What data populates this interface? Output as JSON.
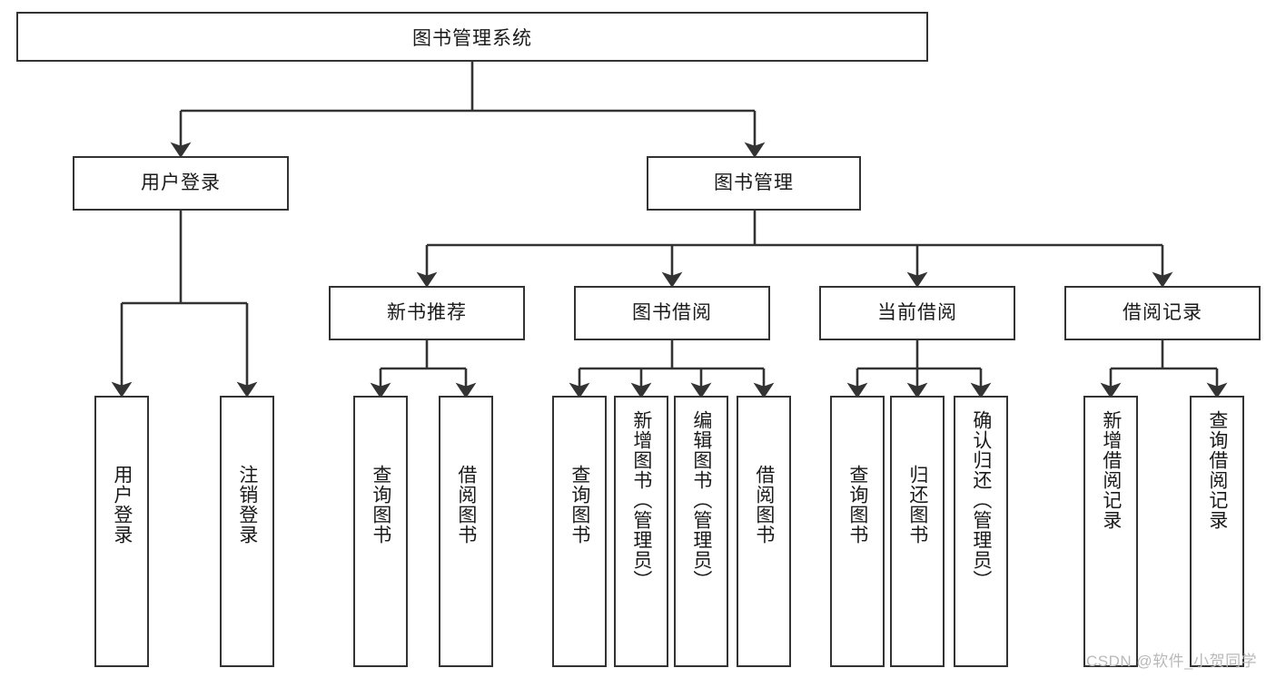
{
  "diagram": {
    "title": "图书管理系统",
    "type": "tree-hierarchy-chart",
    "colors": {
      "box_border": "#333333",
      "box_fill": "#ffffff",
      "connector": "#333333",
      "text": "#1a1a1a",
      "watermark": "#b9b9b9",
      "background": "#ffffff"
    },
    "root": {
      "label": "图书管理系统"
    },
    "level2": [
      {
        "label": "用户登录"
      },
      {
        "label": "图书管理"
      }
    ],
    "level3": [
      {
        "label": "新书推荐"
      },
      {
        "label": "图书借阅"
      },
      {
        "label": "当前借阅"
      },
      {
        "label": "借阅记录"
      }
    ],
    "leaves": {
      "user_login": [
        {
          "label": "用户登录"
        },
        {
          "label": "注销登录"
        }
      ],
      "new_book": [
        {
          "label": "查询图书"
        },
        {
          "label": "借阅图书"
        }
      ],
      "book_borrow": [
        {
          "label": "查询图书"
        },
        {
          "label": "新增图书（管理员）"
        },
        {
          "label": "编辑图书（管理员）"
        },
        {
          "label": "借阅图书"
        }
      ],
      "current_borrow": [
        {
          "label": "查询图书"
        },
        {
          "label": "归还图书"
        },
        {
          "label": "确认归还（管理员）"
        }
      ],
      "borrow_record": [
        {
          "label": "新增借阅记录"
        },
        {
          "label": "查询借阅记录"
        }
      ]
    },
    "watermark": "CSDN @软件_小贺同学"
  }
}
